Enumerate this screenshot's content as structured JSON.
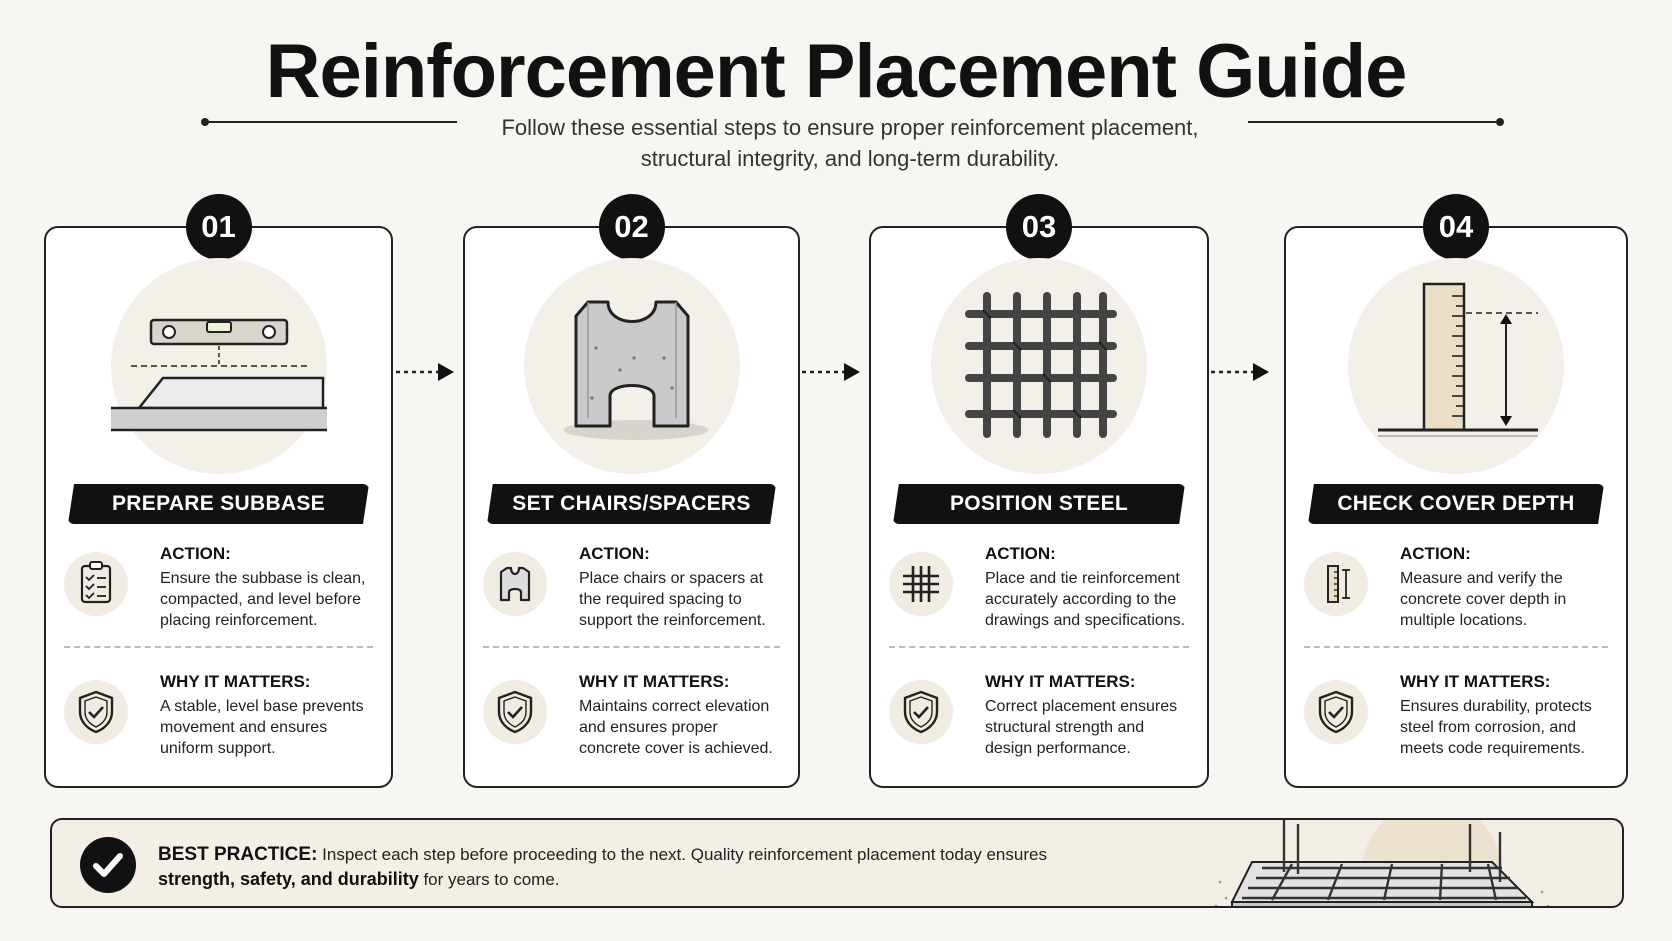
{
  "header": {
    "title": "Reinforcement Placement Guide",
    "subtitle_line1": "Follow these essential steps to ensure proper reinforcement placement,",
    "subtitle_line2": "structural integrity, and long-term durability."
  },
  "labels": {
    "action": "ACTION:",
    "why": "WHY IT MATTERS:"
  },
  "steps": [
    {
      "number": "01",
      "title": "PREPARE SUBBASE",
      "illustration_icon": "level-on-slab-icon",
      "action_icon": "clipboard-checklist-icon",
      "action": "Ensure the subbase is clean, compacted, and level before placing reinforcement.",
      "why_icon": "shield-check-icon",
      "why": "A stable, level base prevents movement and ensures uniform support."
    },
    {
      "number": "02",
      "title": "SET CHAIRS/SPACERS",
      "illustration_icon": "concrete-chair-icon",
      "action_icon": "chair-spacer-icon",
      "action": "Place chairs or spacers at the required spacing to support the reinforcement.",
      "why_icon": "shield-check-icon",
      "why": "Maintains correct elevation and ensures proper concrete cover is achieved."
    },
    {
      "number": "03",
      "title": "POSITION STEEL",
      "illustration_icon": "rebar-grid-icon",
      "action_icon": "grid-icon",
      "action": "Place and tie reinforcement accurately according to the drawings and specifications.",
      "why_icon": "shield-check-icon",
      "why": "Correct placement ensures structural strength and design performance."
    },
    {
      "number": "04",
      "title": "CHECK COVER DEPTH",
      "illustration_icon": "ruler-measure-icon",
      "action_icon": "ruler-icon",
      "action": "Measure and verify the concrete cover depth in multiple locations.",
      "why_icon": "shield-check-icon",
      "why": "Ensures durability, protects steel from corrosion, and meets code requirements."
    }
  ],
  "best_practice": {
    "heading": "BEST PRACTICE:",
    "text1": "Inspect each step before proceeding to the next. Quality reinforcement placement today ensures",
    "emphasis": "strength, safety, and durability",
    "text2": "for years to come.",
    "icon": "checkmark-circle-icon",
    "illustration_icon": "rebar-mesh-slab-icon"
  },
  "colors": {
    "background": "#f7f6f3",
    "ink": "#111111",
    "card": "#ffffff",
    "accent_soft": "#f3f0ea"
  }
}
